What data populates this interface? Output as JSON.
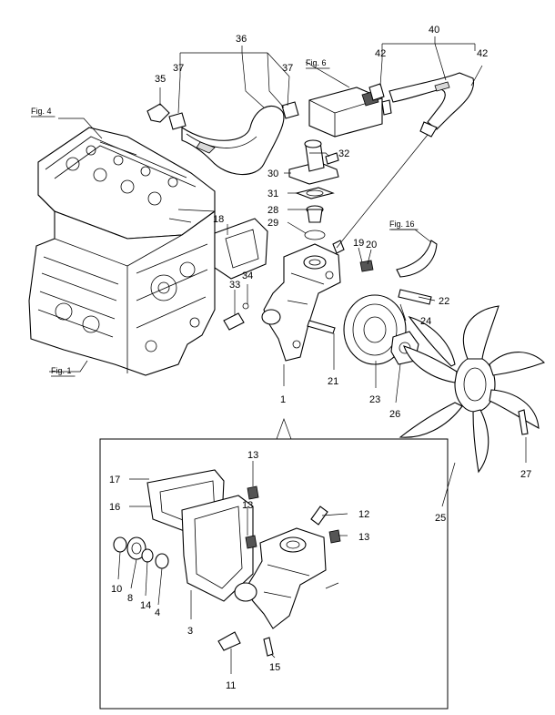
{
  "callouts": {
    "c1": "1",
    "c3": "3",
    "c4": "4",
    "c8": "8",
    "c10": "10",
    "c11": "11",
    "c12": "12",
    "c13a": "13",
    "c13b": "13",
    "c13c": "13",
    "c14": "14",
    "c15": "15",
    "c16": "16",
    "c17": "17",
    "c18": "18",
    "c19": "19",
    "c20": "20",
    "c21": "21",
    "c22": "22",
    "c23": "23",
    "c24": "24",
    "c25": "25",
    "c26": "26",
    "c27": "27",
    "c28": "28",
    "c29": "29",
    "c30": "30",
    "c31": "31",
    "c32": "32",
    "c33": "33",
    "c34": "34",
    "c35": "35",
    "c36": "36",
    "c37a": "37",
    "c37b": "37",
    "c40": "40",
    "c42a": "42",
    "c42b": "42"
  },
  "fig_refs": {
    "fig4": "Fig. 4",
    "fig6": "Fig. 6",
    "fig16": "Fig. 16",
    "fig1": "Fig. 1"
  }
}
